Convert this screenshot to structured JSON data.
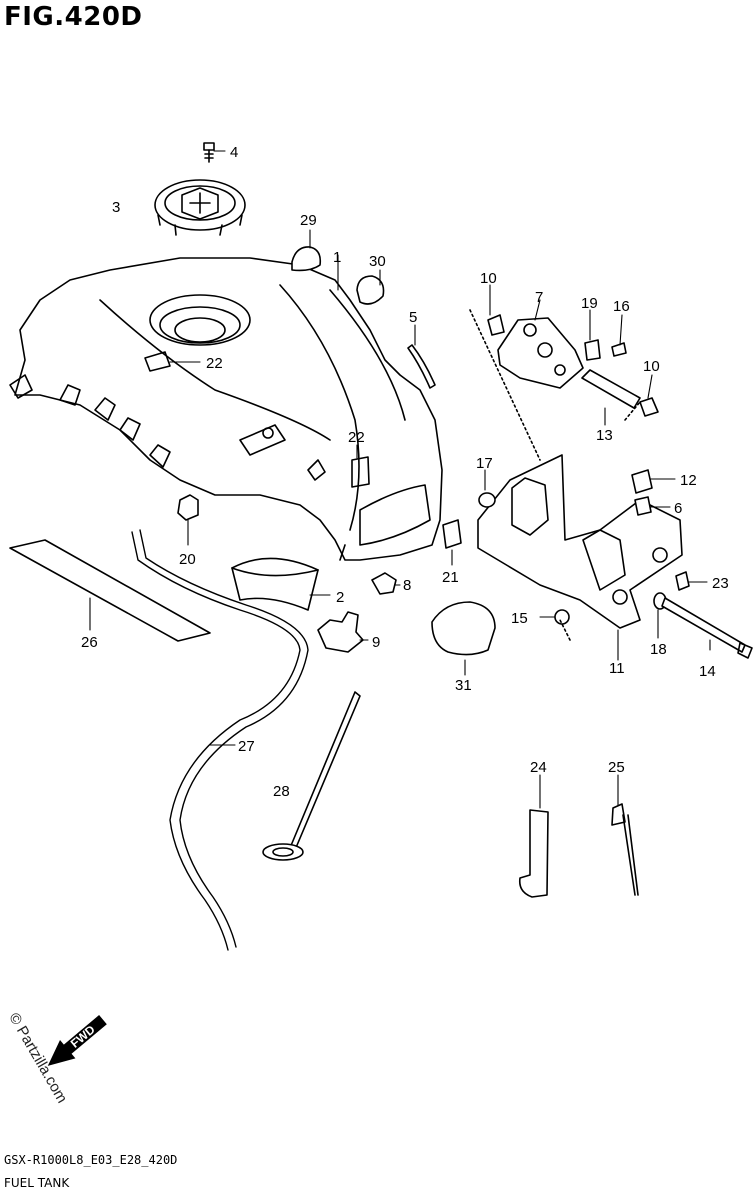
{
  "figure": {
    "title": "FIG.420D"
  },
  "footer": {
    "code": "GSX-R1000L8_E03_E28_420D",
    "name": "FUEL TANK"
  },
  "watermark": {
    "text": "© Partzilla.com",
    "fwd_label": "FWD"
  },
  "callouts": [
    "1",
    "2",
    "3",
    "4",
    "5",
    "6",
    "7",
    "8",
    "9",
    "10",
    "10",
    "11",
    "12",
    "13",
    "14",
    "15",
    "16",
    "17",
    "18",
    "19",
    "20",
    "21",
    "22",
    "22",
    "23",
    "24",
    "25",
    "26",
    "27",
    "28",
    "29",
    "30",
    "31"
  ]
}
